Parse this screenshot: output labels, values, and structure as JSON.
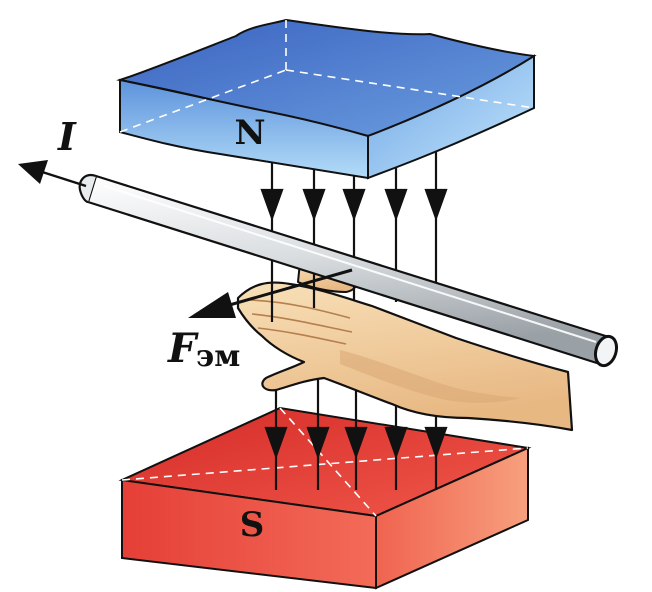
{
  "labels": {
    "north_pole": "N",
    "south_pole": "S",
    "current": "I",
    "force_main": "F",
    "force_sub": "эм"
  },
  "colors": {
    "north_top": "#4f7fd4",
    "north_front": "#7fb6ec",
    "north_side": "#8ec4f2",
    "south_top": "#df3a32",
    "south_front": "#e9473f",
    "south_side": "#f06a52",
    "hand": "#f4d6aa",
    "hand_shadow": "#d9a774",
    "conductor": "#dfe3e6",
    "ink": "#111111"
  }
}
